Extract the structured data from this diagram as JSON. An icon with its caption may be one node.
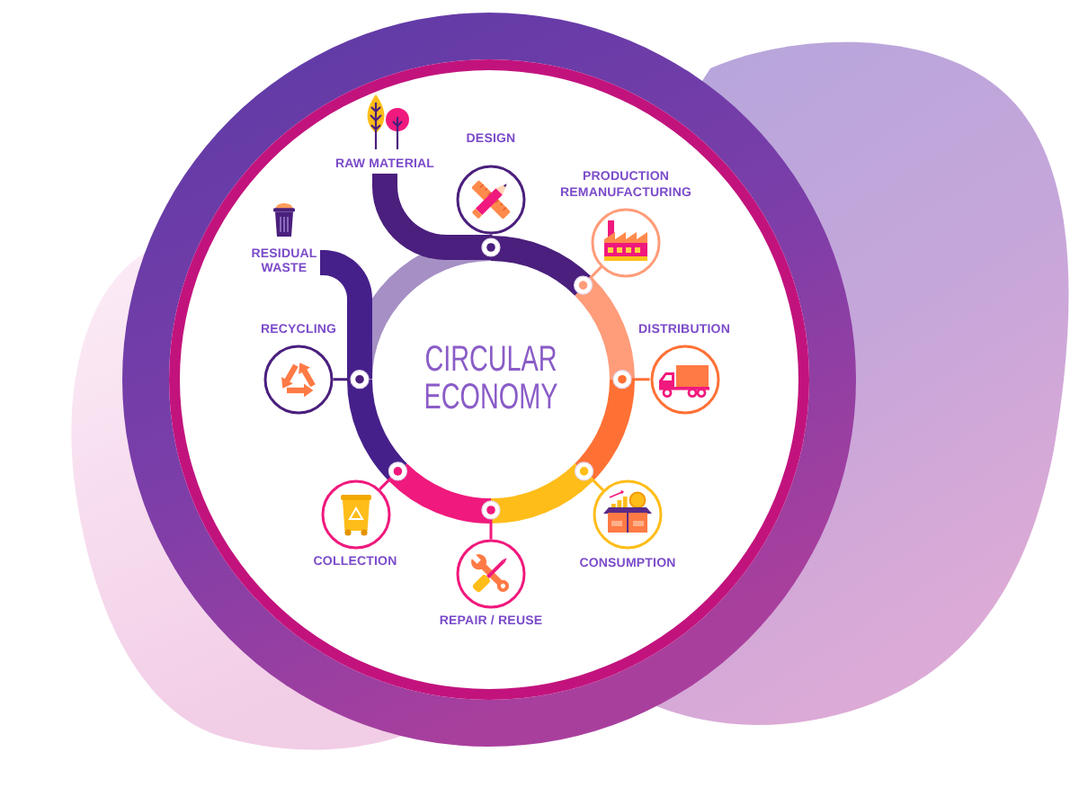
{
  "diagram": {
    "nodes": [
      {
        "text": [
          "CIRCULAR ECONOMY"
        ]
      },
      {
        "text": [
          "RAW MATERIAL"
        ]
      },
      {
        "text": [
          "DESIGN"
        ]
      },
      {
        "text": [
          "PRODUCTION REMANUFACTURING"
        ]
      },
      {
        "text": [
          "DISTRIBUTION"
        ]
      },
      {
        "text": [
          "CONSUMPTION"
        ]
      },
      {
        "text": [
          "REPAIR / REUSE"
        ]
      },
      {
        "text": [
          "COLLECTION"
        ]
      },
      {
        "text": [
          "RECYCLING"
        ]
      },
      {
        "text": [
          "RESIDUAL WASTE"
        ]
      }
    ],
    "edges": [
      {
        "from": 1,
        "to": 0,
        "arrow": "none",
        "style": "thick",
        "color": "#4a1f7d"
      },
      {
        "from": 0,
        "to": 2,
        "arrow": "other",
        "color": "#4a1f7d"
      },
      {
        "from": 0,
        "to": 3,
        "arrow": "other",
        "color": "#ff9c7a"
      },
      {
        "from": 0,
        "to": 4,
        "arrow": "other",
        "color": "#ff7035"
      },
      {
        "from": 0,
        "to": 5,
        "arrow": "other",
        "color": "#ffbd1a"
      },
      {
        "from": 0,
        "to": 6,
        "arrow": "other",
        "color": "#f0197d"
      },
      {
        "from": 0,
        "to": 7,
        "arrow": "other",
        "color": "#f0197d"
      },
      {
        "from": 0,
        "to": 8,
        "arrow": "other",
        "color": "#4a1f7d"
      },
      {
        "from": 0,
        "to": 9,
        "arrow": "none",
        "style": "thick",
        "color": "#46208a"
      }
    ]
  }
}
